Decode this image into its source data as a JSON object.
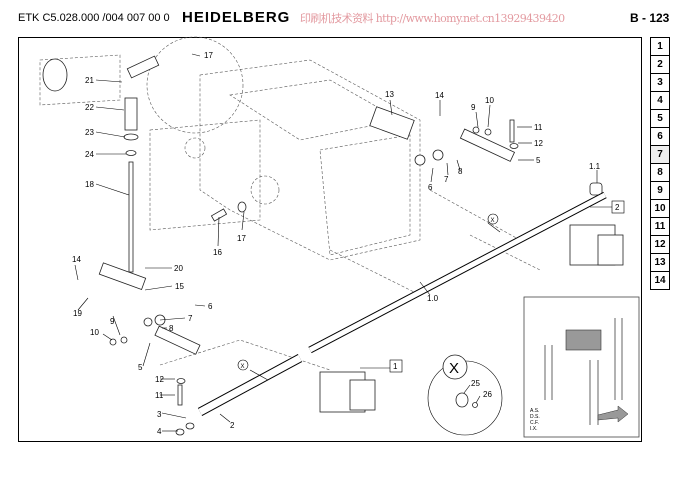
{
  "header": {
    "doc_code": "ETK C5.028.000 /004 007 00 0",
    "brand": "HEIDELBERG",
    "watermark": "印刷机技术资料 http://www.homy.net.cn13929439420",
    "page": "B - 123"
  },
  "index_tabs": [
    {
      "label": "1"
    },
    {
      "label": "2"
    },
    {
      "label": "3"
    },
    {
      "label": "4"
    },
    {
      "label": "5"
    },
    {
      "label": "6"
    },
    {
      "label": "7",
      "active": true
    },
    {
      "label": "8"
    },
    {
      "label": "9"
    },
    {
      "label": "10"
    },
    {
      "label": "11"
    },
    {
      "label": "12"
    },
    {
      "label": "13"
    },
    {
      "label": "14"
    }
  ],
  "callouts": {
    "c17a": "17",
    "c21": "21",
    "c22": "22",
    "c23": "23",
    "c24": "24",
    "c18": "18",
    "c13": "13",
    "c14a": "14",
    "c9a": "9",
    "c10a": "10",
    "c11a": "11",
    "c12a": "12",
    "c5a": "5",
    "c6a": "6",
    "c7a": "7",
    "c8a": "8",
    "c1_1": "1.1",
    "c17b": "17",
    "c16": "16",
    "c20": "20",
    "c14b": "14",
    "c19": "19",
    "c15": "15",
    "c6b": "6",
    "c7b": "7",
    "c8b": "8",
    "c9b": "9",
    "c10b": "10",
    "c5b": "5",
    "c12b": "12",
    "c11b": "11",
    "c3": "3",
    "c4": "4",
    "c2": "2",
    "c1_0": "1.0",
    "c25": "25",
    "c26": "26"
  },
  "detail_markers": {
    "x1": "X",
    "x2": "X",
    "x_big": "X"
  },
  "boxed_refs": {
    "b1": "1",
    "b2": "2"
  },
  "inset": {
    "lines": [
      "A.S.",
      "D.S.",
      "C.F.",
      "I.X."
    ]
  }
}
